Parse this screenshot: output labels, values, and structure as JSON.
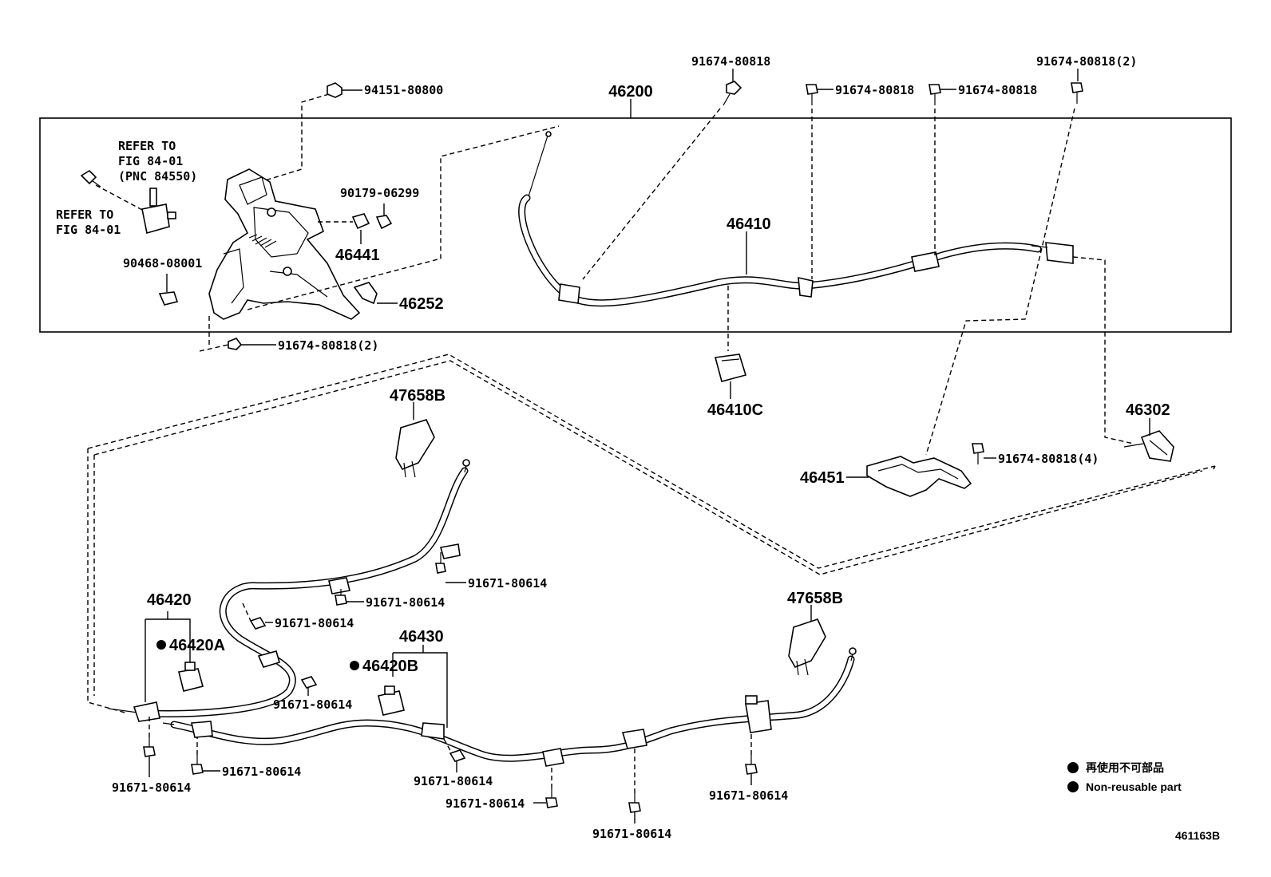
{
  "labels": {
    "p46200": "46200",
    "p46410": "46410",
    "p46410c": "46410C",
    "p46441": "46441",
    "p46252": "46252",
    "p46302": "46302",
    "p46451": "46451",
    "p46420": "46420",
    "p46420a": "46420A",
    "p46420b": "46420B",
    "p46430": "46430",
    "p47658b_1": "47658B",
    "p47658b_2": "47658B",
    "b94151": "94151-80800",
    "b90179": "90179-06299",
    "b90468": "90468-08001",
    "b91674_top": "91674-80818",
    "b91674_a": "91674-80818",
    "b91674_b": "91674-80818",
    "b91674_2top": "91674-80818(2)",
    "b91674_2bot": "91674-80818(2)",
    "b91674_4": "91674-80818(4)",
    "b91671_1": "91671-80614",
    "b91671_2": "91671-80614",
    "b91671_3": "91671-80614",
    "b91671_4": "91671-80614",
    "b91671_5": "91671-80614",
    "b91671_6": "91671-80614",
    "b91671_7": "91671-80614",
    "b91671_8": "91671-80614",
    "b91671_9": "91671-80614",
    "b91671_10": "91671-80614",
    "ref1_line1": "REFER TO",
    "ref1_line2": "FIG 84-01",
    "ref1_line3": "(PNC 84550)",
    "ref2_line1": "REFER TO",
    "ref2_line2": "FIG 84-01"
  },
  "legend": {
    "jp": "再使用不可部品",
    "en": "Non-reusable part"
  },
  "figure_code": "461163B"
}
